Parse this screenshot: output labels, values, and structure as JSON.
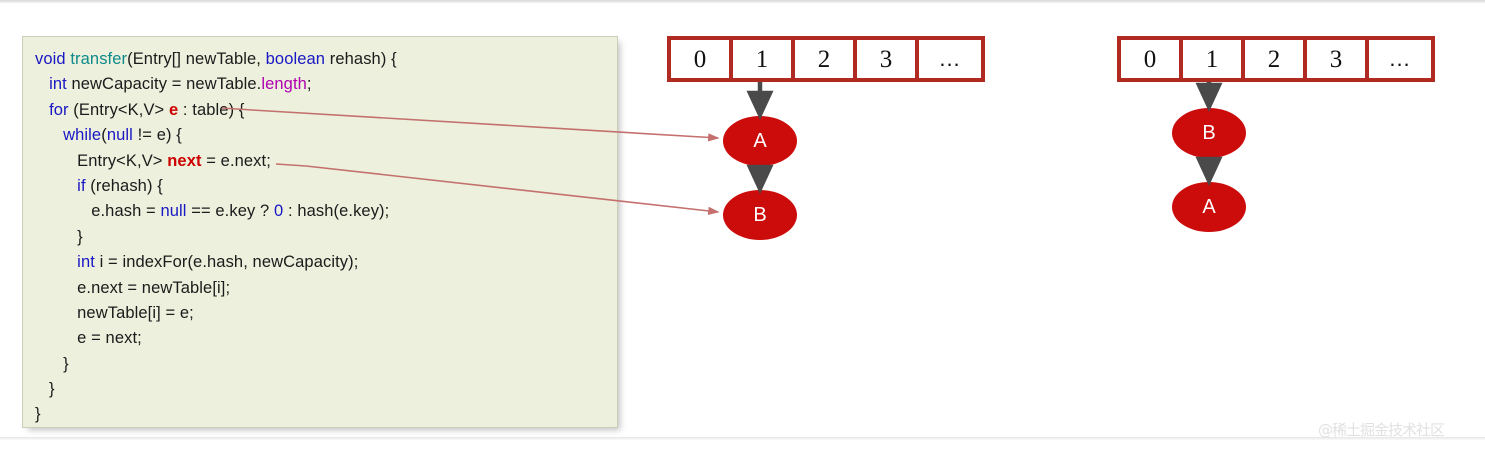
{
  "code_panel": {
    "language": "java",
    "lines": [
      [
        {
          "t": "void ",
          "c": "kw"
        },
        {
          "t": "transfer",
          "c": "fn"
        },
        {
          "t": "(Entry[] newTable, ",
          "c": ""
        },
        {
          "t": "boolean",
          "c": "kw"
        },
        {
          "t": " rehash) {",
          "c": ""
        }
      ],
      [
        {
          "t": "   ",
          "c": ""
        },
        {
          "t": "int",
          "c": "kw"
        },
        {
          "t": " newCapacity = newTable.",
          "c": ""
        },
        {
          "t": "length",
          "c": "fld"
        },
        {
          "t": ";",
          "c": ""
        }
      ],
      [
        {
          "t": "   ",
          "c": ""
        },
        {
          "t": "for",
          "c": "kw"
        },
        {
          "t": " (Entry<K,V> ",
          "c": ""
        },
        {
          "t": "e",
          "c": "var"
        },
        {
          "t": " : table) {",
          "c": ""
        }
      ],
      [
        {
          "t": "      ",
          "c": ""
        },
        {
          "t": "while",
          "c": "kw"
        },
        {
          "t": "(",
          "c": ""
        },
        {
          "t": "null",
          "c": "kw"
        },
        {
          "t": " != e) {",
          "c": ""
        }
      ],
      [
        {
          "t": "         Entry<K,V> ",
          "c": ""
        },
        {
          "t": "next",
          "c": "var"
        },
        {
          "t": " = e.next;",
          "c": ""
        }
      ],
      [
        {
          "t": "         ",
          "c": ""
        },
        {
          "t": "if",
          "c": "kw"
        },
        {
          "t": " (rehash) {",
          "c": ""
        }
      ],
      [
        {
          "t": "            e.hash = ",
          "c": ""
        },
        {
          "t": "null",
          "c": "kw"
        },
        {
          "t": " == e.key ? ",
          "c": ""
        },
        {
          "t": "0",
          "c": "num"
        },
        {
          "t": " : hash(e.key);",
          "c": ""
        }
      ],
      [
        {
          "t": "         }",
          "c": ""
        }
      ],
      [
        {
          "t": "         ",
          "c": ""
        },
        {
          "t": "int",
          "c": "kw"
        },
        {
          "t": " i = indexFor(e.hash, newCapacity);",
          "c": ""
        }
      ],
      [
        {
          "t": "         e.next = newTable[i];",
          "c": ""
        }
      ],
      [
        {
          "t": "         newTable[i] = e;",
          "c": ""
        }
      ],
      [
        {
          "t": "         e = next;",
          "c": ""
        }
      ],
      [
        {
          "t": "      }",
          "c": ""
        }
      ],
      [
        {
          "t": "   }",
          "c": ""
        }
      ],
      [
        {
          "t": "}",
          "c": ""
        }
      ]
    ]
  },
  "diagrams": [
    {
      "id": "before",
      "array_cells": [
        "0",
        "1",
        "2",
        "3",
        "..."
      ],
      "nodes": [
        {
          "label": "A"
        },
        {
          "label": "B"
        }
      ]
    },
    {
      "id": "after",
      "array_cells": [
        "0",
        "1",
        "2",
        "3",
        "..."
      ],
      "nodes": [
        {
          "label": "B"
        },
        {
          "label": "A"
        }
      ]
    }
  ],
  "annotations": {
    "pointer_from_e_label": "e : table",
    "pointer_from_next_label": "next = e.next"
  },
  "colors": {
    "array_border": "#b02a22",
    "node_fill": "#cc0b0b",
    "node_text": "#ffffff",
    "arrow_dark": "#4a4a4a",
    "arrow_pink": "#c4706e",
    "code_background": "#ecf0dc",
    "keyword": "#1a17c4",
    "method": "#0f8a8a",
    "field": "#b000b0",
    "variable": "#cc0000"
  },
  "watermark": {
    "text": "@稀土掘金技术社区"
  }
}
